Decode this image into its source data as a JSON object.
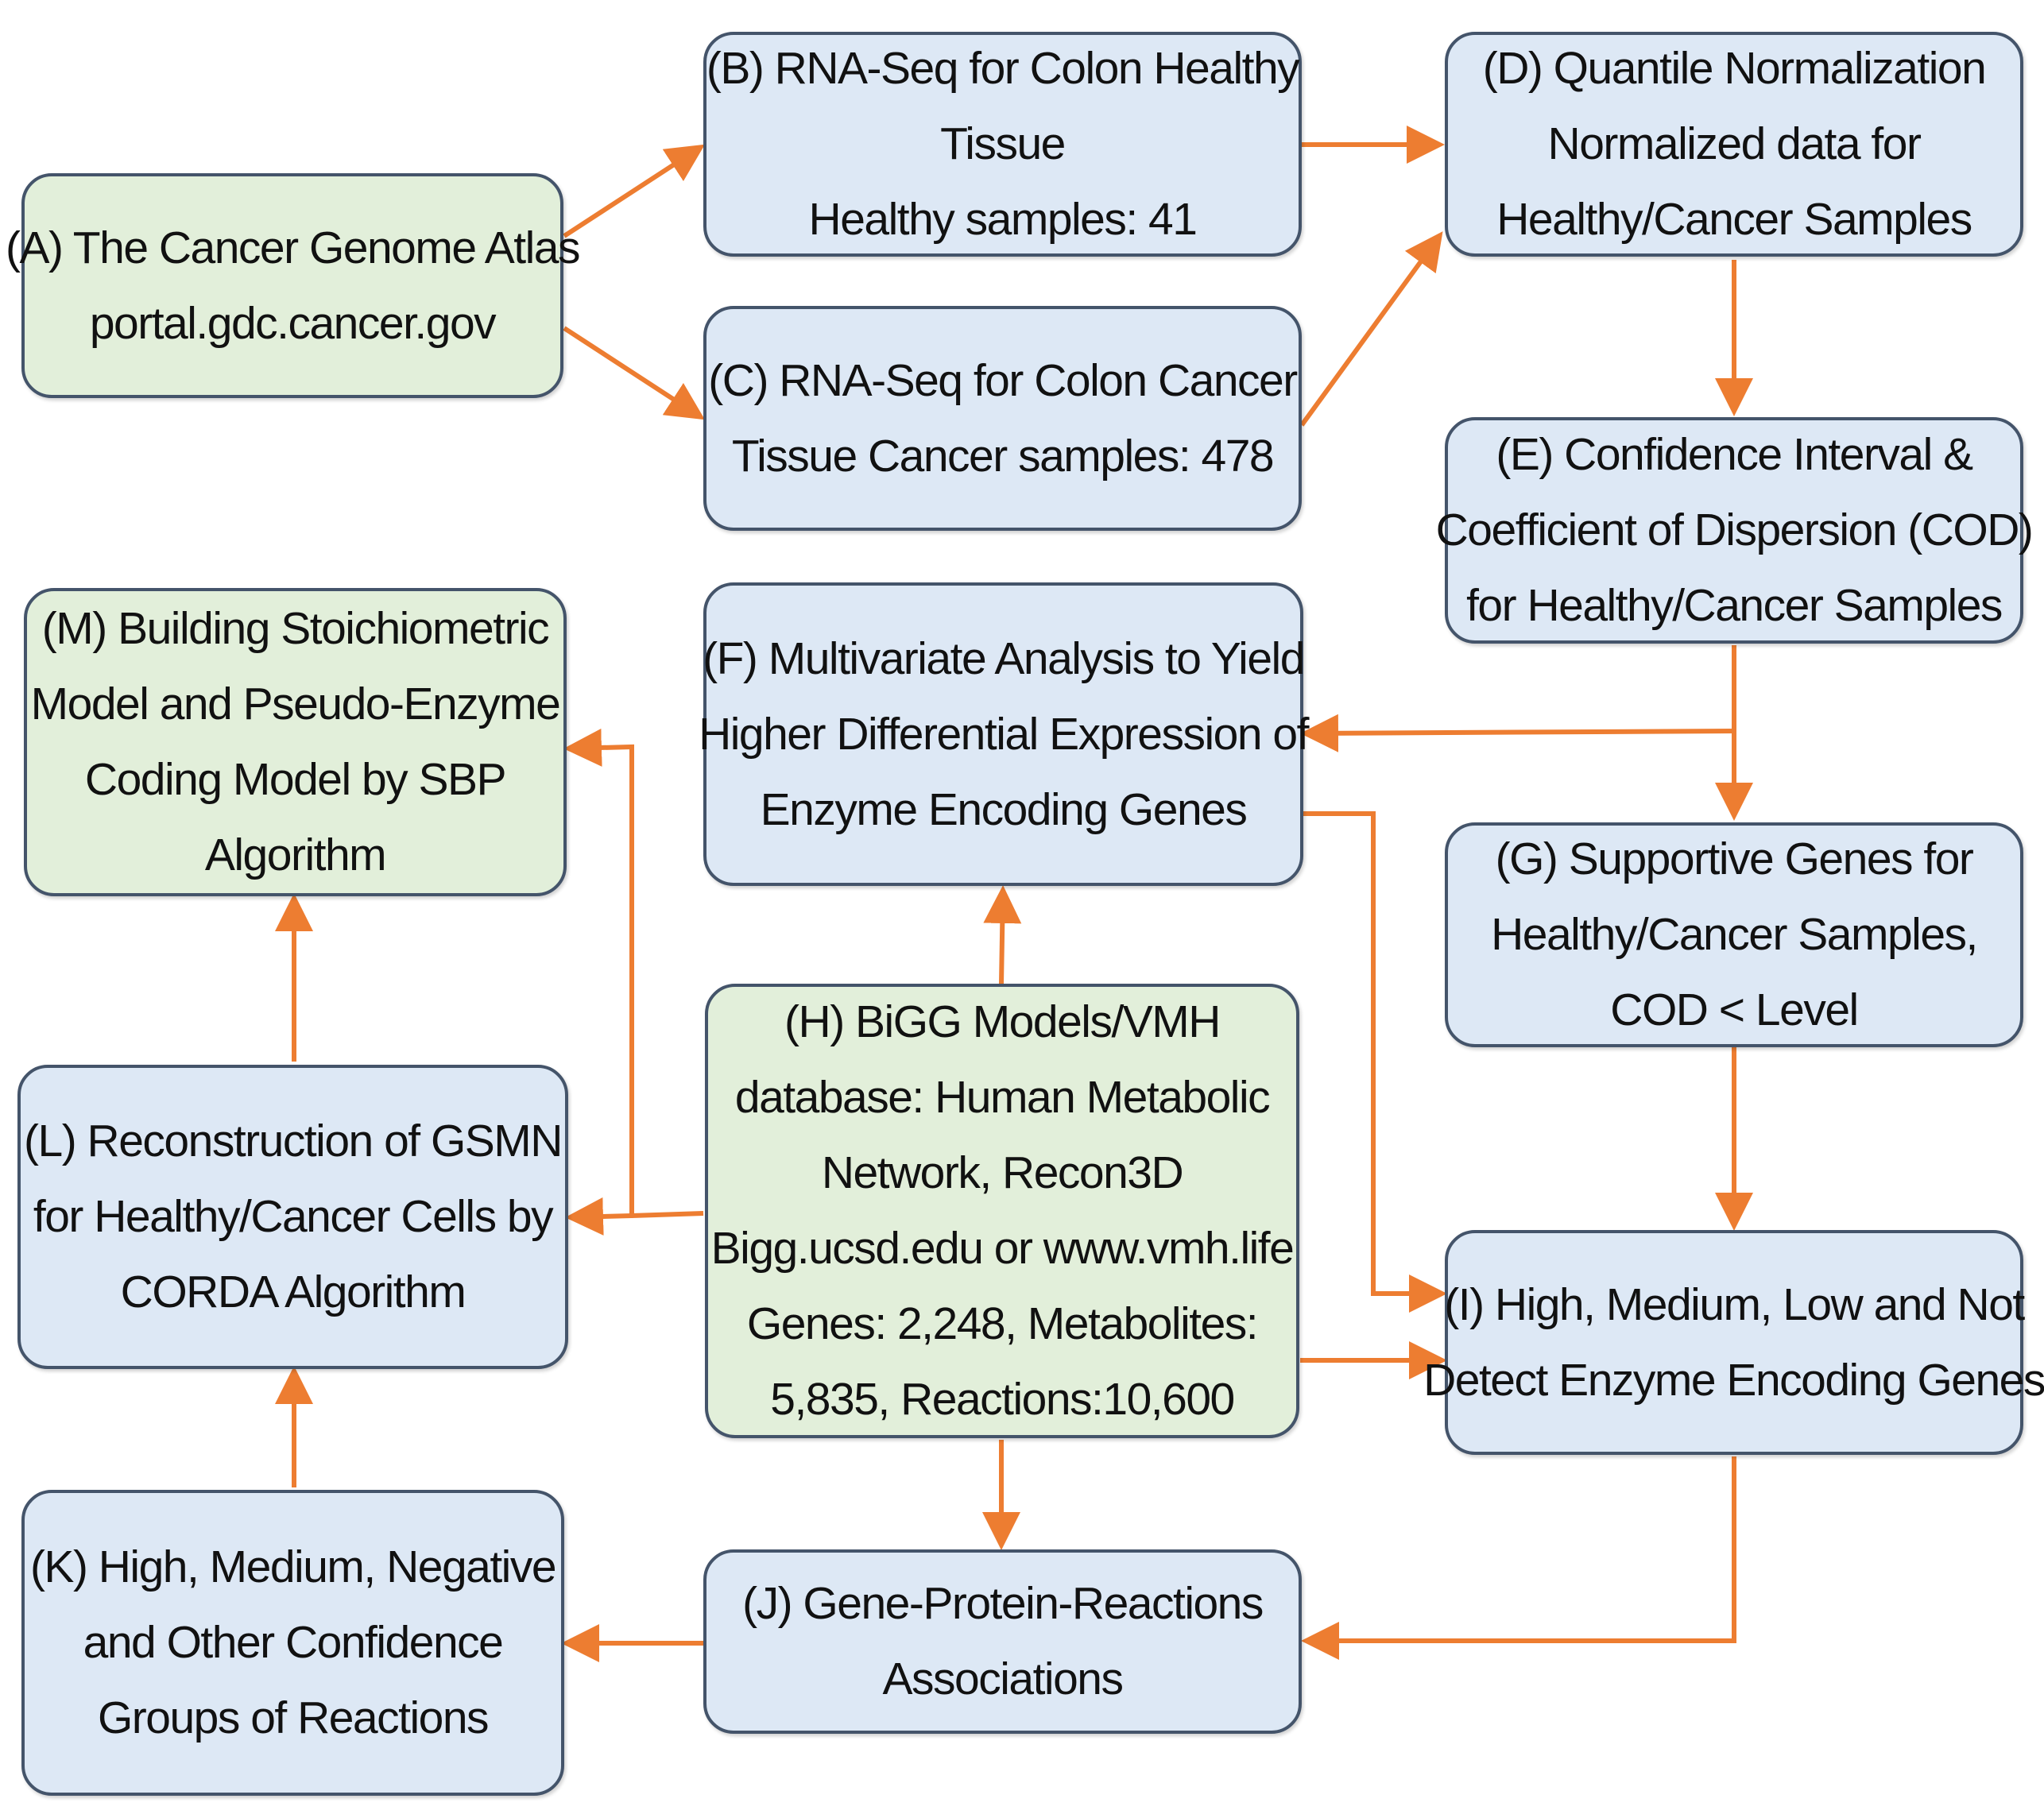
{
  "colors": {
    "green_fill": "#e2efda",
    "blue_fill": "#dde8f5",
    "border": "#44546a",
    "arrow": "#ed7d31"
  },
  "nodes": {
    "a": {
      "lines": [
        "(A) The Cancer Genome Atlas",
        "portal.gdc.cancer.gov"
      ]
    },
    "b": {
      "lines": [
        "(B) RNA-Seq for Colon Healthy",
        "Tissue",
        "Healthy samples: 41"
      ]
    },
    "c": {
      "lines": [
        "(C) RNA-Seq for Colon Cancer",
        "Tissue Cancer samples: 478"
      ]
    },
    "d": {
      "lines": [
        "(D) Quantile Normalization",
        "Normalized data for",
        "Healthy/Cancer Samples"
      ]
    },
    "e": {
      "lines": [
        "(E) Confidence Interval &",
        "Coefficient of Dispersion (COD)",
        "for Healthy/Cancer Samples"
      ]
    },
    "f": {
      "lines": [
        "(F) Multivariate Analysis to Yield",
        "Higher Differential Expression of",
        "Enzyme Encoding Genes"
      ]
    },
    "g": {
      "lines": [
        "(G) Supportive Genes for",
        "Healthy/Cancer Samples,",
        "COD < Level"
      ]
    },
    "h": {
      "lines": [
        "(H) BiGG Models/VMH",
        "database: Human Metabolic",
        "Network, Recon3D",
        "Bigg.ucsd.edu or www.vmh.life",
        "Genes: 2,248, Metabolites:",
        "5,835, Reactions:10,600"
      ]
    },
    "i": {
      "lines": [
        "(I) High, Medium, Low and Not",
        "Detect Enzyme Encoding Genes"
      ]
    },
    "j": {
      "lines": [
        "(J) Gene-Protein-Reactions",
        "Associations"
      ]
    },
    "k": {
      "lines": [
        "(K) High, Medium, Negative",
        "and Other Confidence",
        "Groups of Reactions"
      ]
    },
    "l": {
      "lines": [
        "(L) Reconstruction of GSMN",
        "for Healthy/Cancer Cells by",
        "CORDA Algorithm"
      ]
    },
    "m": {
      "lines": [
        "(M) Building Stoichiometric",
        "Model and Pseudo-Enzyme",
        "Coding Model by SBP",
        "Algorithm"
      ]
    }
  }
}
